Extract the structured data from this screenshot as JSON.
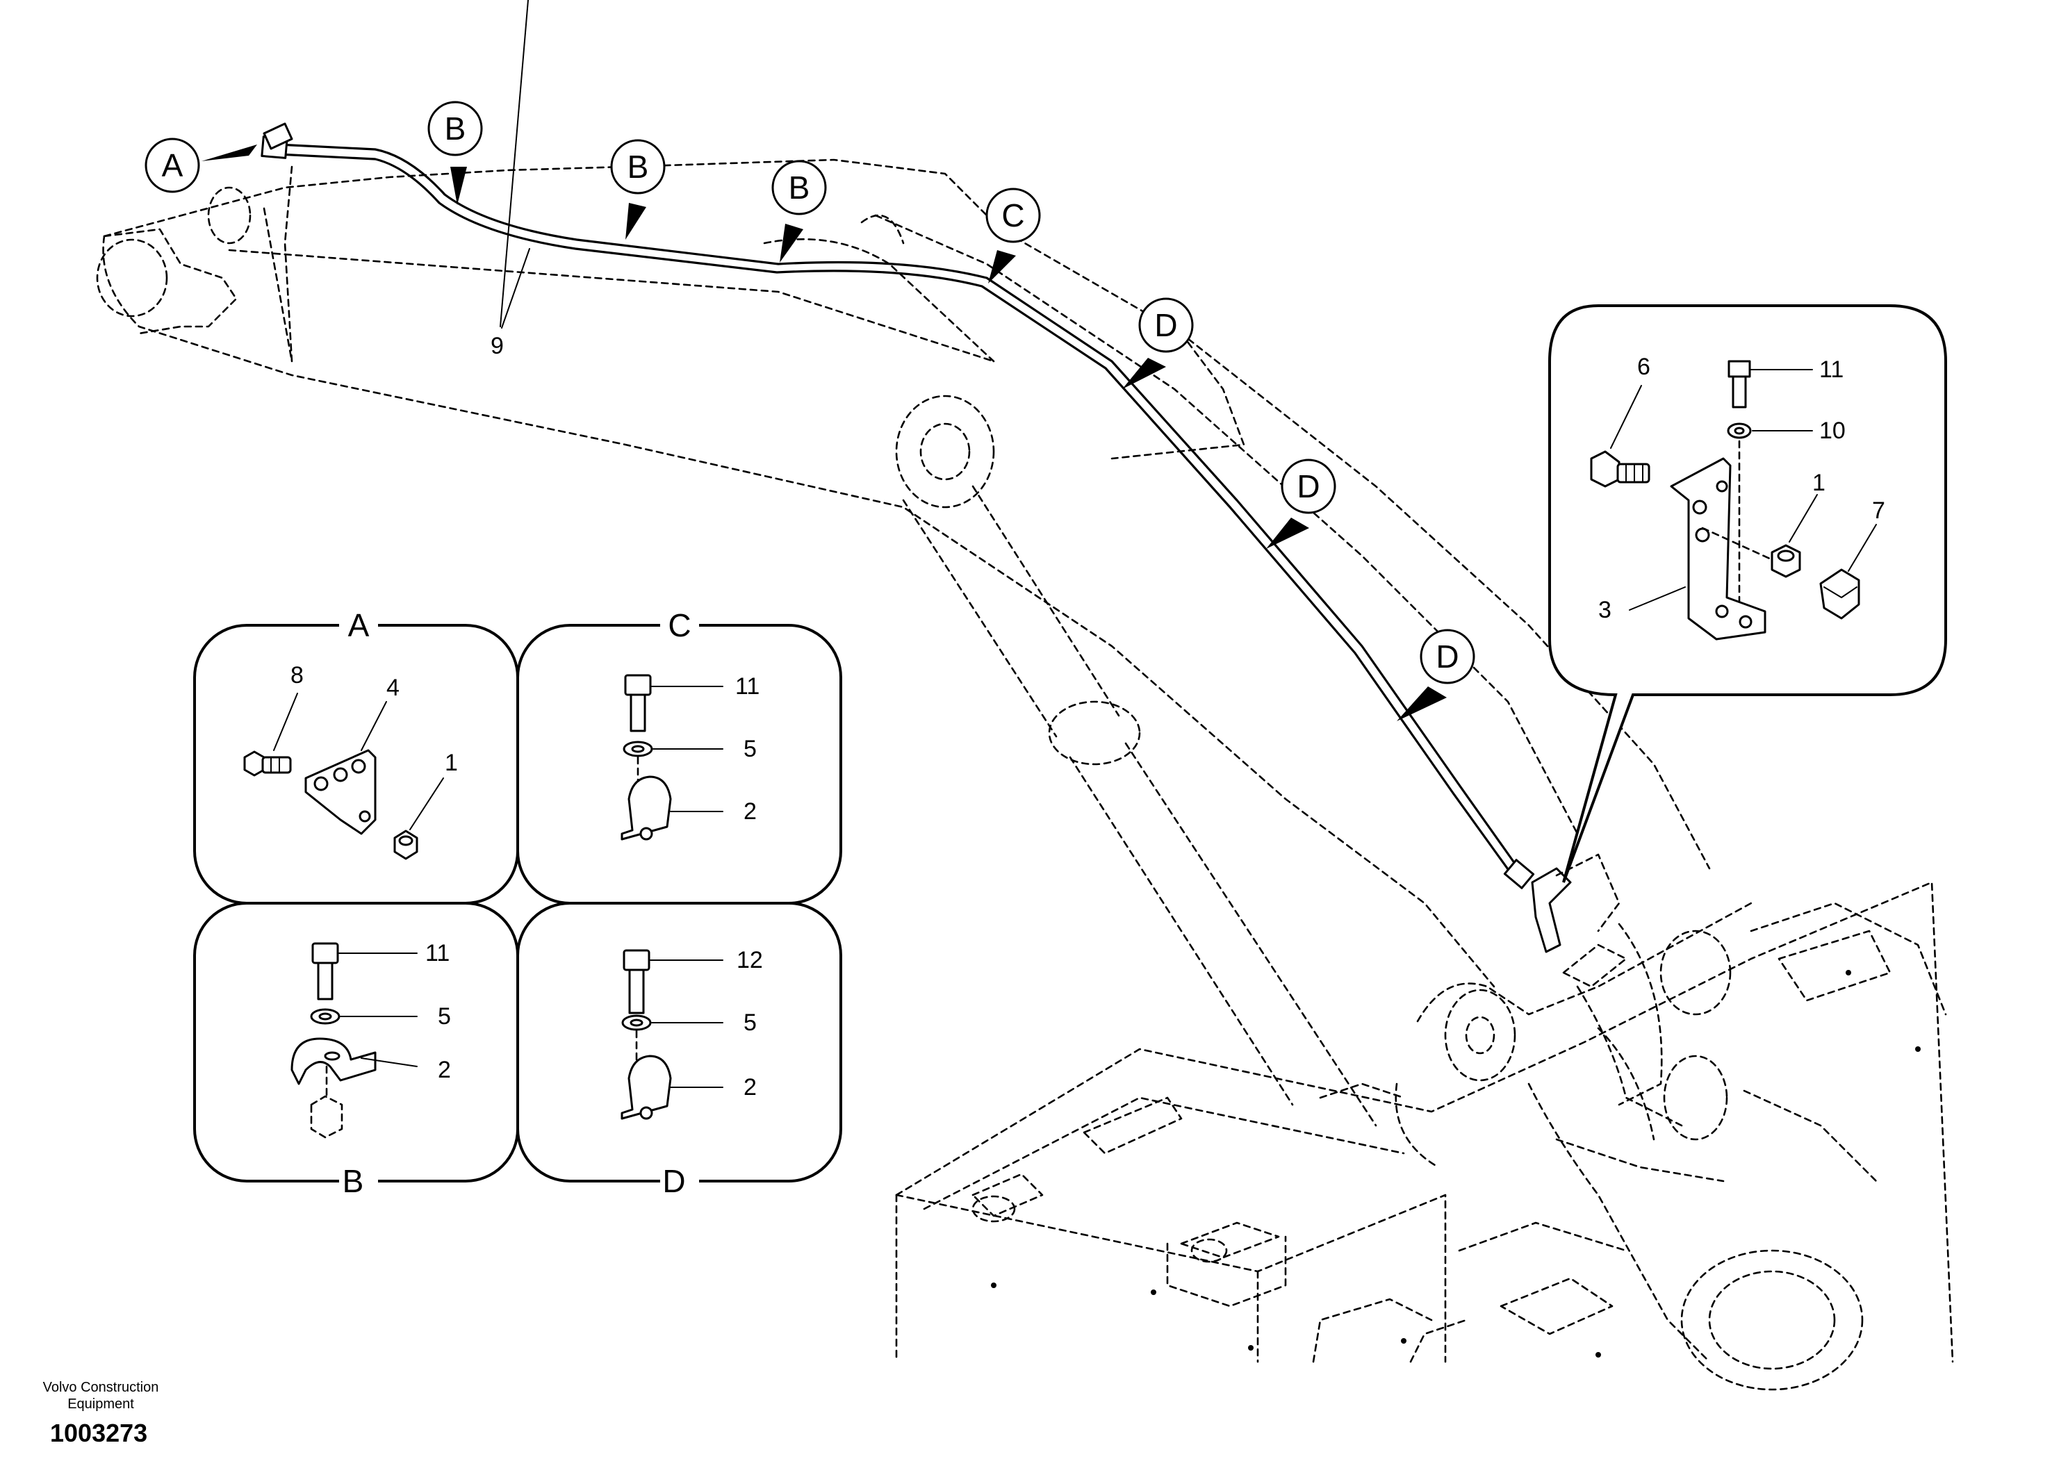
{
  "footer": {
    "manufacturer": "Volvo Construction Equipment",
    "document_number": "1003273"
  },
  "routing_callouts": [
    "A",
    "B",
    "B",
    "B",
    "C",
    "D",
    "D",
    "D"
  ],
  "pipe_item": "9",
  "detail_main": {
    "items": [
      "6",
      "11",
      "10",
      "1",
      "7",
      "3"
    ]
  },
  "panels": {
    "A": {
      "title": "A",
      "items": [
        "8",
        "4",
        "1"
      ]
    },
    "B": {
      "title": "B",
      "items": [
        "11",
        "5",
        "2"
      ]
    },
    "C": {
      "title": "C",
      "items": [
        "11",
        "5",
        "2"
      ]
    },
    "D": {
      "title": "D",
      "items": [
        "12",
        "5",
        "2"
      ]
    }
  }
}
